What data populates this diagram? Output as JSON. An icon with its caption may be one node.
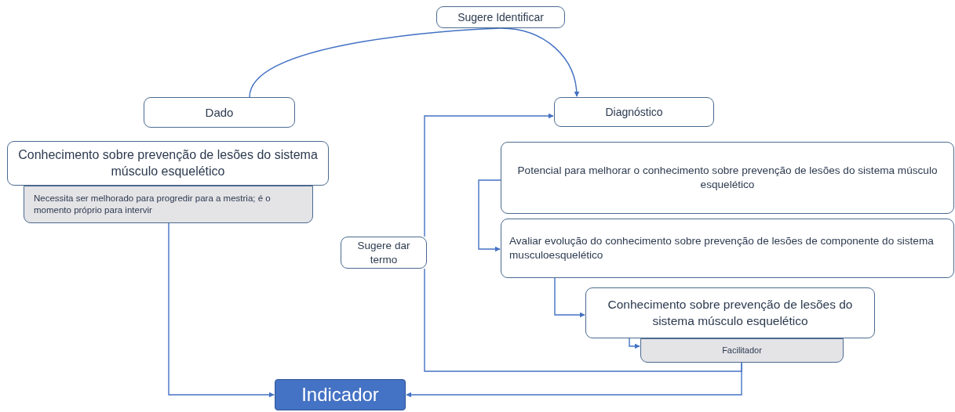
{
  "diagram": {
    "nodes": [
      {
        "text": [
          "Sugere Identificar"
        ]
      },
      {
        "text": [
          "Dado"
        ]
      },
      {
        "text": [
          "Conhecimento  sobre prevenção de lesões do sistema músculo esquelético"
        ]
      },
      {
        "text": [
          "Necessita ser melhorado para progredir para a mestria; é o momento  próprio para intervir"
        ]
      },
      {
        "text": [
          "Diagnóstico"
        ]
      },
      {
        "text": [
          "Potencial para melhorar o conhecimento sobre prevenção de lesões do sistema músculo esquelético"
        ]
      },
      {
        "text": [
          "Sugere dar termo"
        ]
      },
      {
        "text": [
          "Avaliar evolução do conhecimento sobre prevenção de lesões de componente do sistema musculoesquelético"
        ]
      },
      {
        "text": [
          "Conhecimento  sobre prevenção de lesões do sistema músculo esquelético"
        ]
      },
      {
        "text": [
          "Facilitador"
        ]
      },
      {
        "text": [
          "Indicador"
        ]
      }
    ],
    "edges": [
      {
        "from": 1,
        "to": 0,
        "arrow": "none"
      },
      {
        "from": 0,
        "to": 4,
        "arrow": "to"
      },
      {
        "from": 3,
        "to": 10,
        "arrow": "to"
      },
      {
        "from": 5,
        "to": 7,
        "arrow": "to"
      },
      {
        "from": 7,
        "to": 8,
        "arrow": "to"
      },
      {
        "from": 8,
        "to": 9,
        "arrow": "to"
      },
      {
        "from": 9,
        "to": 10,
        "arrow": "to"
      },
      {
        "from": 9,
        "to": 6,
        "arrow": "none"
      },
      {
        "from": 6,
        "to": 4,
        "arrow": "to"
      }
    ]
  }
}
